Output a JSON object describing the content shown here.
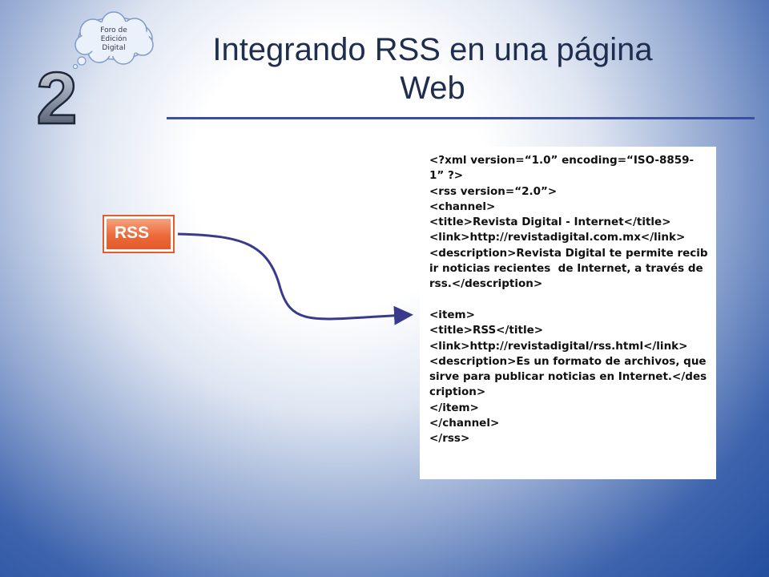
{
  "slide": {
    "title_line1": "Integrando RSS en una página",
    "title_line2": "Web",
    "badge": {
      "line1": "Foro de",
      "line2": "Edición",
      "line3": "Digital"
    },
    "number_graphic": "2",
    "rss_button_label": "RSS",
    "code_lines": [
      "<?xml version=“1.0” encoding=“ISO-8859-1” ?>",
      "<rss version=“2.0”>",
      "<channel>",
      "<title>Revista Digital - Internet</title>",
      "<link>http://revistadigital.com.mx</link>",
      "<description>Revista Digital te permite recibir noticias recientes  de Internet, a través de rss.</description>",
      "",
      "<item>",
      "<title>RSS</title>",
      "<link>http://revistadigital/rss.html</link>",
      "<description>Es un formato de archivos, que sirve para publicar noticias en Internet.</description>",
      "</item>",
      "</channel>",
      "</rss>"
    ]
  },
  "colors": {
    "title": "#1f2d4e",
    "rule": "#3c4ea0",
    "arrow": "#3a3a8c",
    "rss_orange": "#e85a2c",
    "background_edge": "#244f9e"
  }
}
